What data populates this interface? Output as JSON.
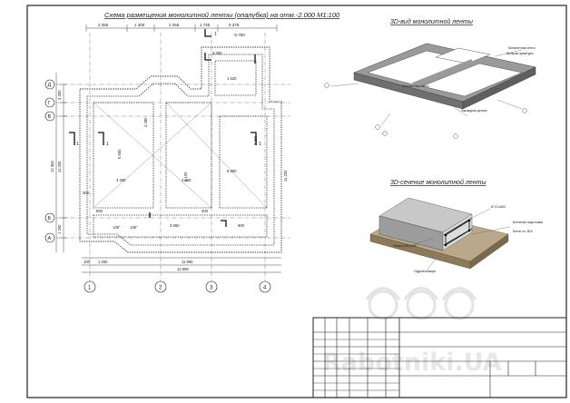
{
  "plan": {
    "title": "Схема размещения монолитной ленты (опалубка) на отм.-2.000 М1:100",
    "top_dims": [
      "2 050",
      "1 300",
      "2 255",
      "1 725",
      "0.375"
    ],
    "level_mark": "-0.750",
    "inner_dims": {
      "d1": "4 280",
      "d2": "4 260",
      "d3": "6 800",
      "d4": "6 800",
      "d5": "4 280",
      "d6": "2 100",
      "d7": "3 200",
      "d8": "1 620",
      "d9": "900",
      "d10": "11 200",
      "d11": "4 250",
      "d12": "3 850",
      "d13": "900",
      "d14": "400",
      "d15": "300"
    },
    "angles": [
      "135°",
      "135°"
    ],
    "section_mark": "1",
    "bottom_dims": [
      "100",
      "1 260",
      "11 990",
      "12 690"
    ],
    "left_dims": [
      "11 200",
      "12 350",
      "3 300",
      "1 250"
    ],
    "row_axes": [
      "Д",
      "Г",
      "В",
      "Б",
      "А"
    ],
    "col_axes": [
      "1",
      "2",
      "3",
      "4"
    ]
  },
  "view3d": {
    "title": "3D-вид монолитной ленты",
    "callouts": [
      "Монолитная лента",
      "Выпуски арматуры",
      "Монолитная лента",
      "Закладная деталь"
    ]
  },
  "section3d": {
    "title": "3D-сечение монолитной ленты",
    "callouts": [
      "Ø 12 A400",
      "Бетонная подготовка",
      "Бетон кл. В15",
      "Хомуты Ø6 A240",
      "Гидроизоляция"
    ]
  },
  "watermark": "Rabotniki.UA",
  "stamp": {
    "cells": []
  }
}
